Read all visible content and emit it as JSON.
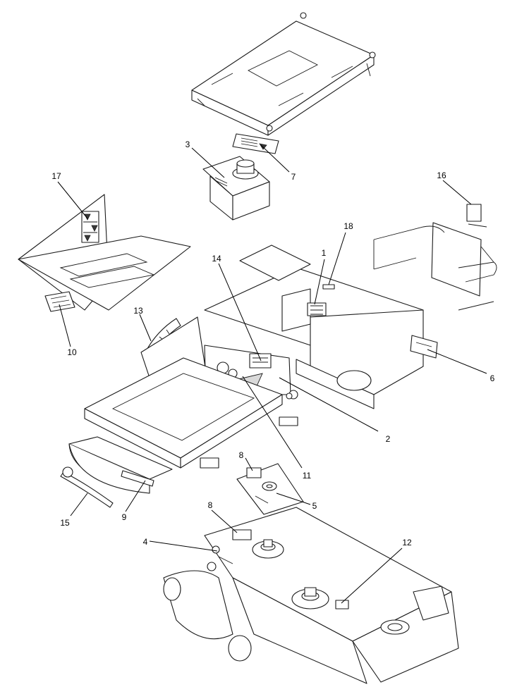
{
  "diagram": {
    "type": "exploded-parts-diagram",
    "callouts": [
      {
        "id": "c1",
        "label": "1"
      },
      {
        "id": "c2",
        "label": "2"
      },
      {
        "id": "c3",
        "label": "3"
      },
      {
        "id": "c4",
        "label": "4"
      },
      {
        "id": "c5",
        "label": "5"
      },
      {
        "id": "c6",
        "label": "6"
      },
      {
        "id": "c7",
        "label": "7"
      },
      {
        "id": "c8a",
        "label": "8"
      },
      {
        "id": "c8b",
        "label": "8"
      },
      {
        "id": "c9",
        "label": "9"
      },
      {
        "id": "c10",
        "label": "10"
      },
      {
        "id": "c11",
        "label": "11"
      },
      {
        "id": "c12",
        "label": "12"
      },
      {
        "id": "c13",
        "label": "13"
      },
      {
        "id": "c14",
        "label": "14"
      },
      {
        "id": "c15",
        "label": "15"
      },
      {
        "id": "c16",
        "label": "16"
      },
      {
        "id": "c17",
        "label": "17"
      },
      {
        "id": "c18",
        "label": "18"
      }
    ]
  }
}
